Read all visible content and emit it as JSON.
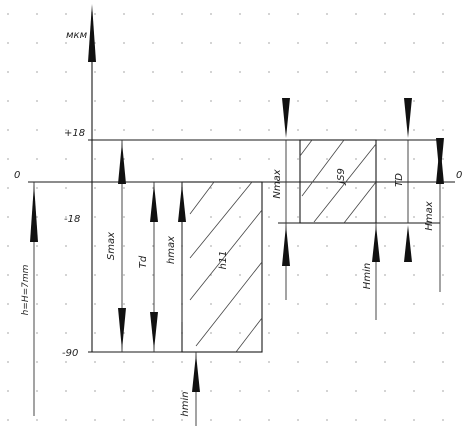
{
  "units_label": "мкм",
  "levels": {
    "plus18": "+18",
    "zero_left": "0",
    "zero_right": "0",
    "minus18": "-18",
    "minus90": "-90"
  },
  "zones": {
    "shaft": "h11",
    "hole": "JS9"
  },
  "dimensions": {
    "smax": "Smax",
    "td": "Td",
    "hmax_left": "hmax",
    "hmin_bottom": "hmin",
    "nmax": "Nmax",
    "td_hole": "TD",
    "hmax_right": "Hmax",
    "hmin_hole": "Hmin",
    "h_equals": "h=H=7mm"
  },
  "colors": {
    "ink": "#1a1a1a",
    "grid_dot": "#b5b5b5",
    "background": "#ffffff"
  }
}
